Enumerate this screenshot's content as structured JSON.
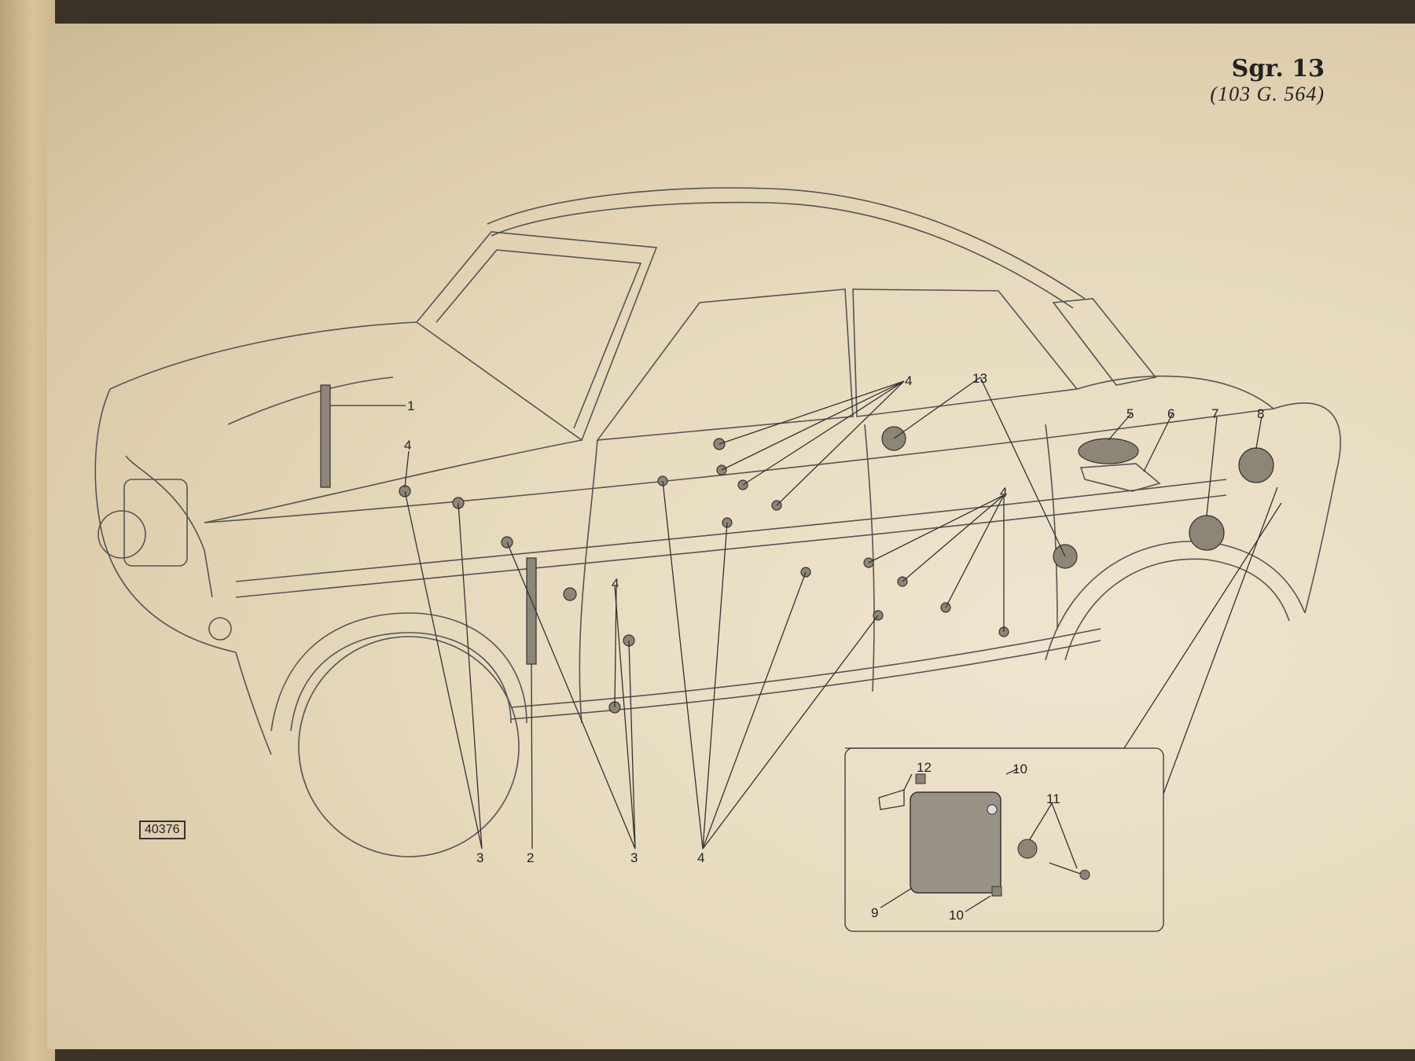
{
  "header": {
    "group": "Sgr. 13",
    "reference": "(103 G. 564)"
  },
  "drawing_number": "40376",
  "callouts": {
    "c1": "1",
    "c2": "2",
    "c3a": "3",
    "c3b": "3",
    "c4_hood": "4",
    "c4_front_door": "4",
    "c4_top": "4",
    "c4_rear_door": "4",
    "c4_bottom": "4",
    "c5": "5",
    "c6": "6",
    "c7": "7",
    "c8": "8",
    "c9": "9",
    "c10_top": "10",
    "c10_bottom": "10",
    "c11": "11",
    "c12": "12",
    "c13": "13"
  },
  "colors": {
    "paper": "#e6d9bc",
    "ink": "#222222"
  }
}
